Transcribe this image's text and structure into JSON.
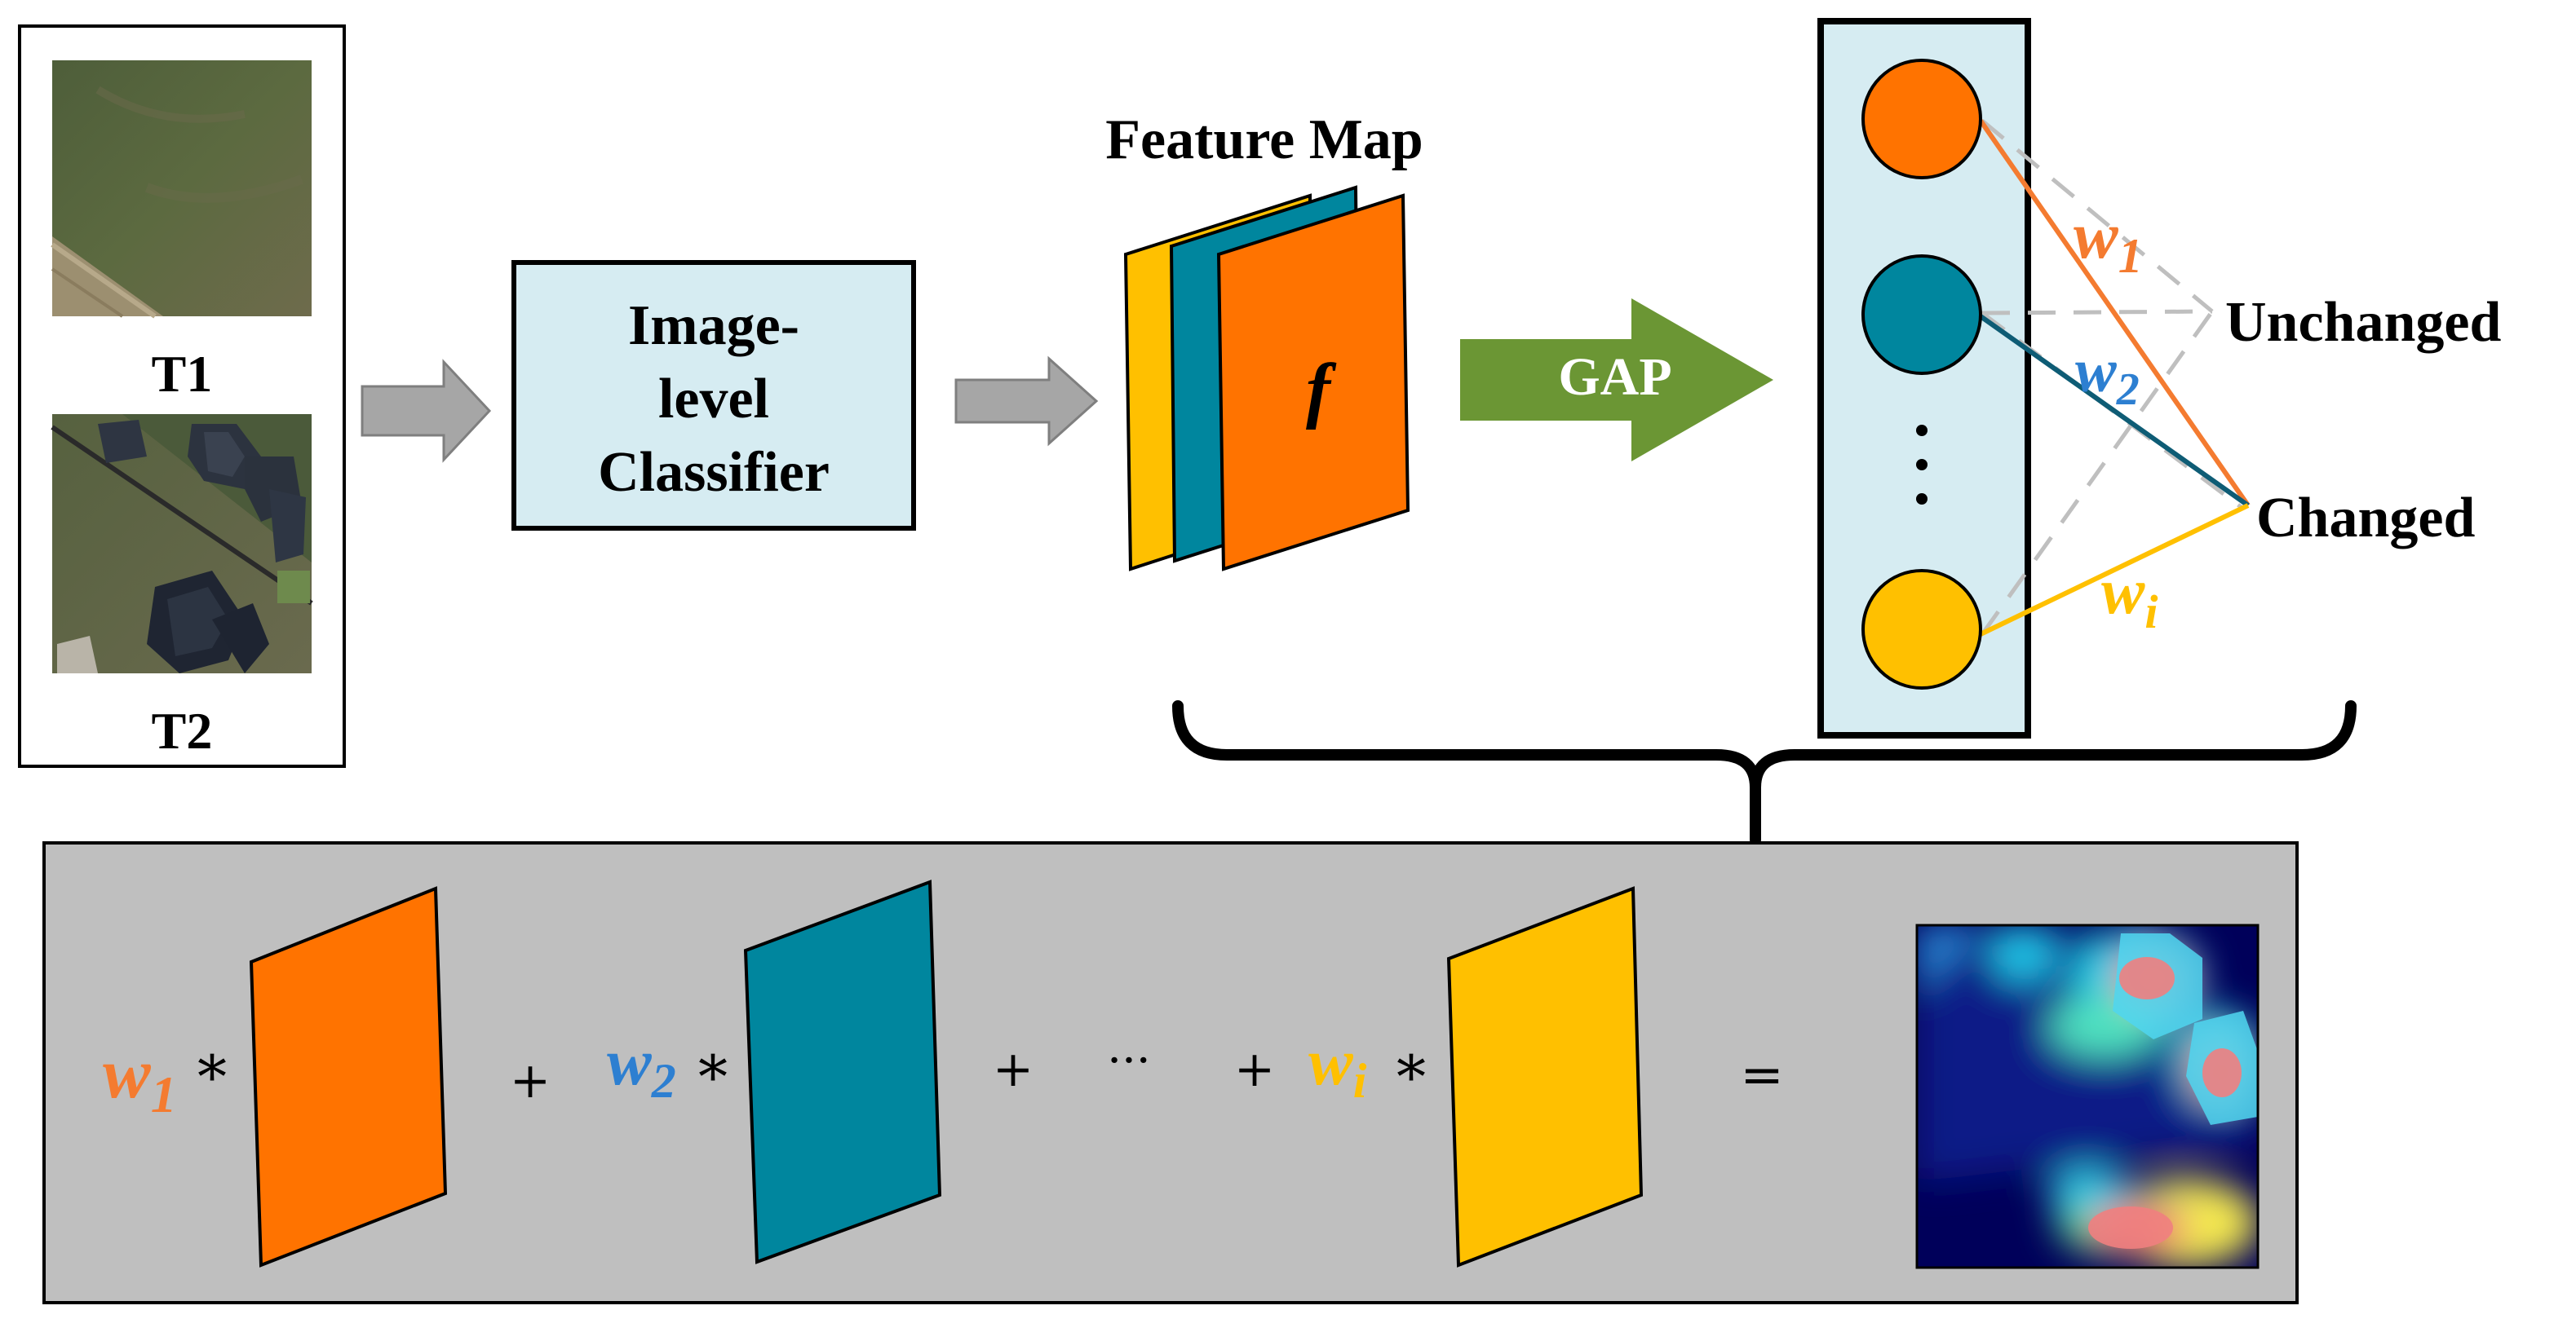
{
  "inputs": {
    "t1_label": "T1",
    "t2_label": "T2"
  },
  "classifier": {
    "line1": "Image-",
    "line2": "level",
    "line3": "Classifier"
  },
  "feature_map": {
    "title": "Feature Map",
    "symbol": "f"
  },
  "gap": {
    "label": "GAP"
  },
  "neurons": {
    "ellipsis": "⋮"
  },
  "outputs": {
    "unchanged": "Unchanged",
    "changed": "Changed"
  },
  "weights": {
    "w1": "w",
    "w1_sub": "1",
    "w2": "w",
    "w2_sub": "2",
    "wi": "w",
    "wi_sub": "i"
  },
  "equation": {
    "w1": "w",
    "w1_sub": "1",
    "w2": "w",
    "w2_sub": "2",
    "wi": "w",
    "wi_sub": "i",
    "times": "*",
    "plus": "+",
    "dots": "···",
    "equals": "="
  },
  "colors": {
    "orange": "#FF7300",
    "teal": "#00869E",
    "yellow": "#FFC000",
    "light_blue": "#D6ECF2",
    "gap_green": "#6B9634",
    "panel_gray": "#BFBFBF",
    "w1_color": "#F47B30",
    "w2_color": "#2D7FD1",
    "wi_color": "#FFC000"
  }
}
